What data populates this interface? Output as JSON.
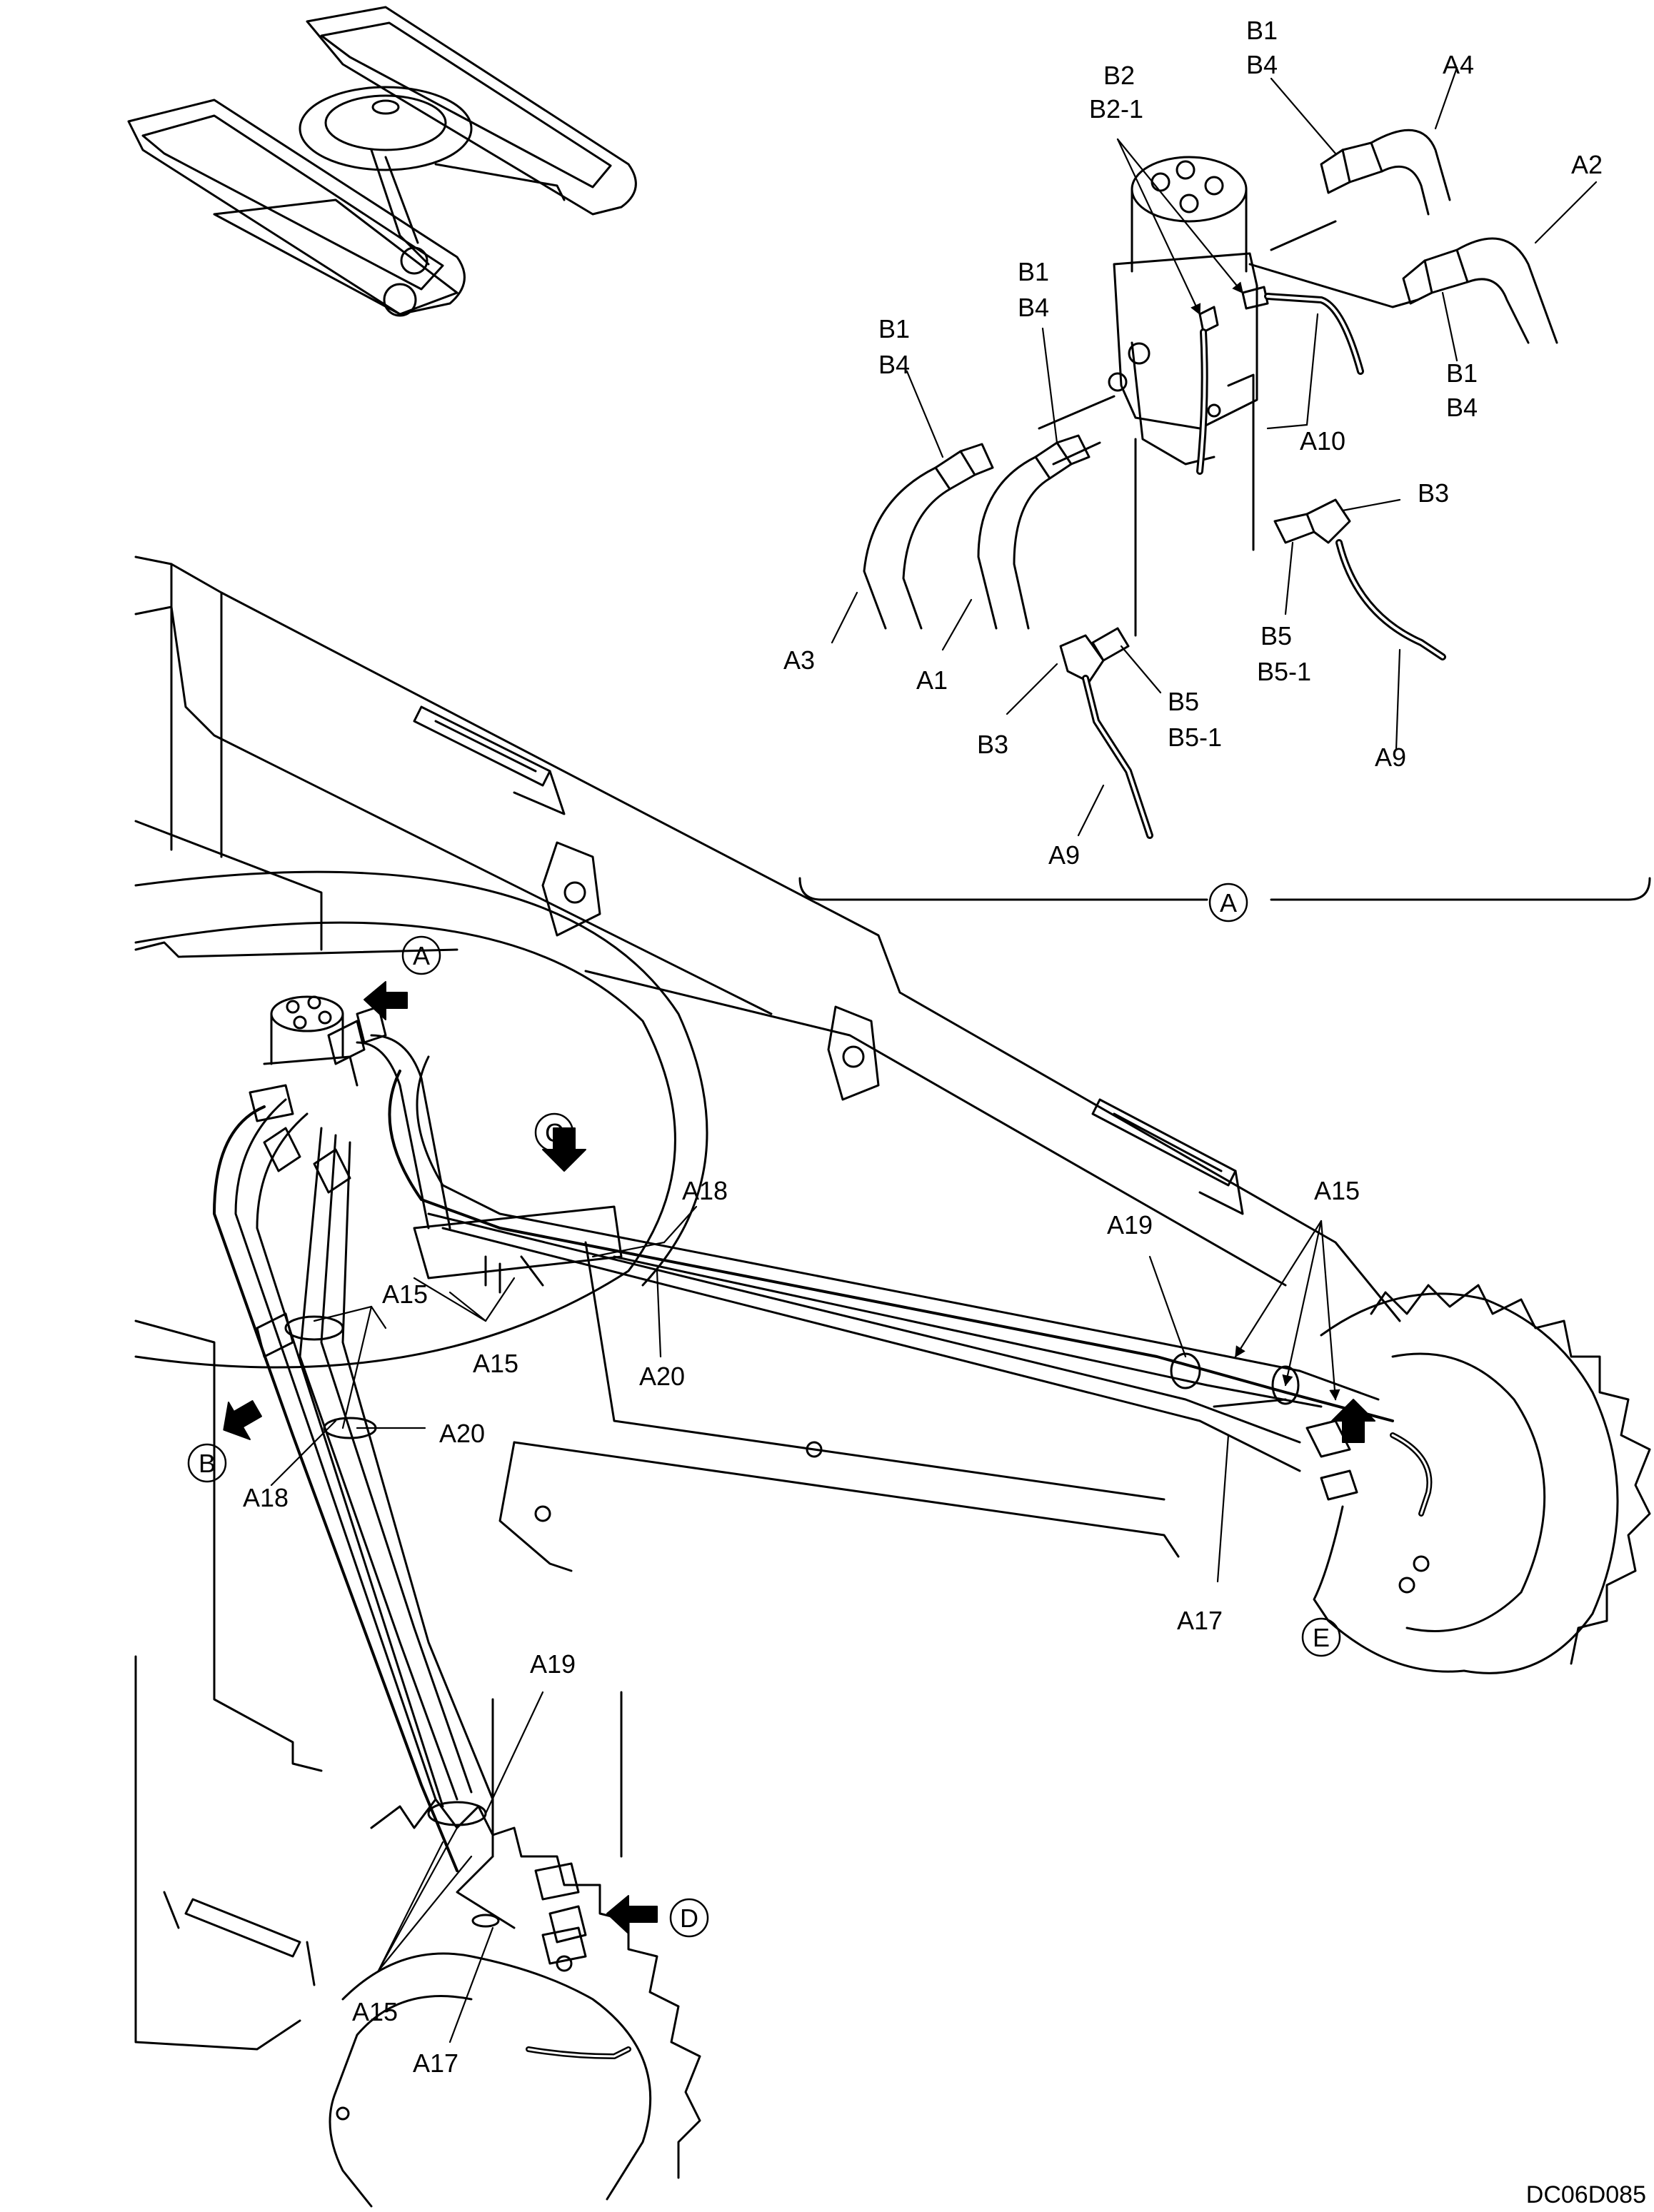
{
  "drawing_code": "DC06D085",
  "detail_marker": "A",
  "view_markers": [
    "A",
    "B",
    "C",
    "D",
    "E"
  ],
  "detail_labels": {
    "b2_b21": [
      "B2",
      "B2-1"
    ],
    "b1_b4_top": [
      "B1",
      "B4"
    ],
    "a4": "A4",
    "a2": "A2",
    "b1_b4_right": [
      "B1",
      "B4"
    ],
    "b1_b4_mid": [
      "B1",
      "B4"
    ],
    "b1_b4_left": [
      "B1",
      "B4"
    ],
    "a10": "A10",
    "b3_right": "B3",
    "b5_b51_right": [
      "B5",
      "B5-1"
    ],
    "a3": "A3",
    "a1": "A1",
    "b3_left": "B3",
    "b5_b51_left": [
      "B5",
      "B5-1"
    ],
    "a9_right": "A9",
    "a9_left": "A9"
  },
  "main_labels": {
    "a18_top": "A18",
    "a15_mid": "A15",
    "a15_top_cluster": "A15",
    "a20_top": "A20",
    "a20_left": "A20",
    "a18_left": "A18",
    "a19_right": "A19",
    "a15_right": "A15",
    "a17_right": "A17",
    "a19_bottom": "A19",
    "a15_bottom": "A15",
    "a17_bottom": "A17"
  }
}
